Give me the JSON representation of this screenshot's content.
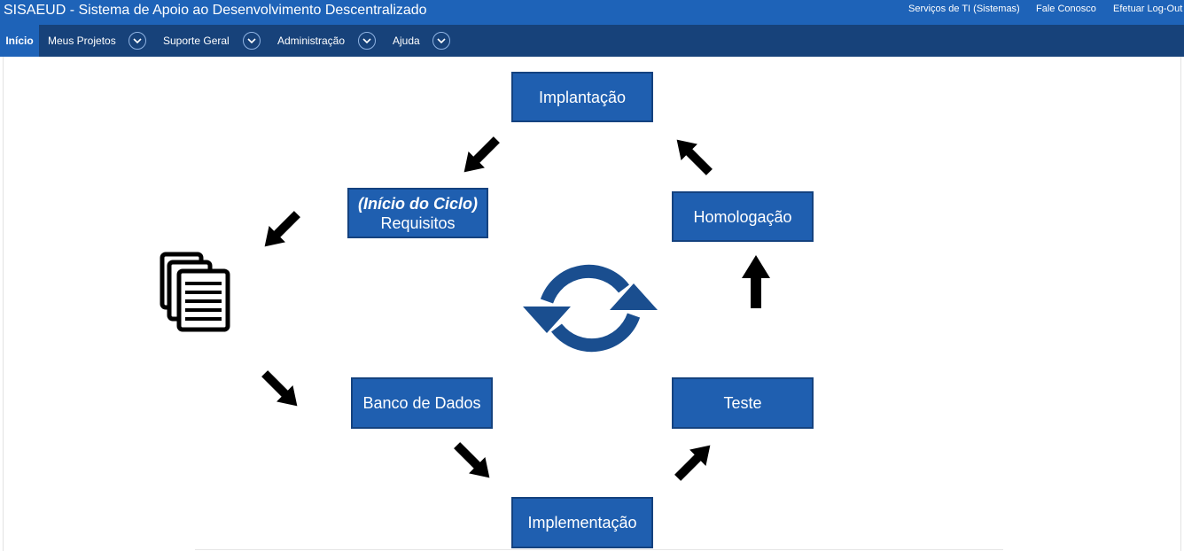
{
  "app": {
    "title": "SISAEUD - Sistema de Apoio ao Desenvolvimento Descentralizado"
  },
  "top_links": {
    "services": "Serviços de TI (Sistemas)",
    "contact": "Fale Conosco",
    "logout": "Efetuar Log-Out"
  },
  "nav": {
    "home": "Início",
    "projects": "Meus Projetos",
    "support": "Suporte Geral",
    "admin": "Administração",
    "help": "Ajuda"
  },
  "cycle": {
    "implantacao": "Implantação",
    "inicio_line1": "(Início do Ciclo)",
    "inicio_line2": "Requisitos",
    "homologacao": "Homologação",
    "banco": "Banco de Dados",
    "teste": "Teste",
    "implementacao": "Implementação"
  },
  "icons": {
    "documents": "documents-icon",
    "sync": "sync-icon",
    "dropdown": "chevron-down-icon"
  },
  "colors": {
    "topbar": "#1e63b8",
    "navbar": "#17427a",
    "stage_fill": "#1f5fb0",
    "stage_border": "#14427f",
    "sync_icon": "#1a4e8f"
  }
}
